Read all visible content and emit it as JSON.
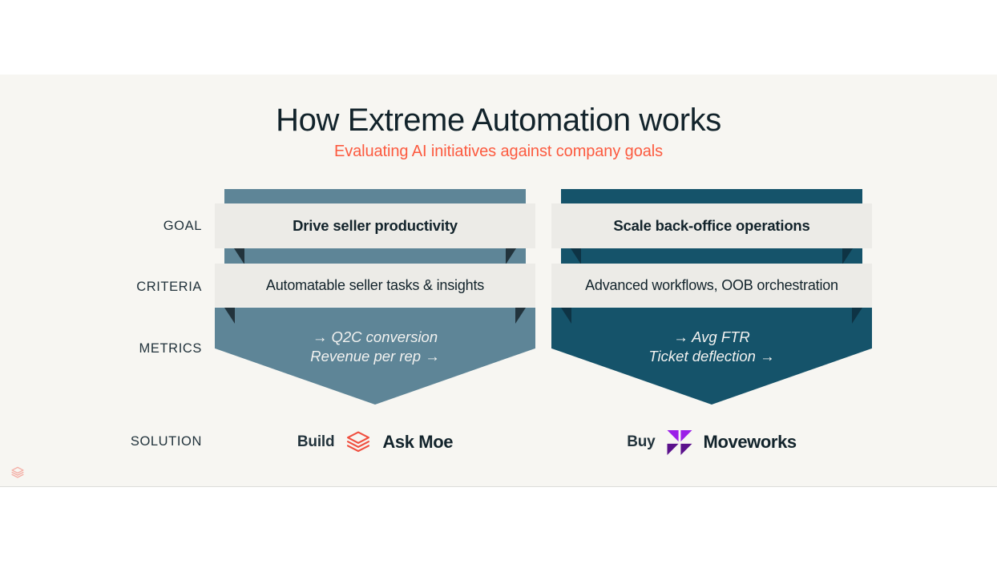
{
  "slide": {
    "title": "How Extreme Automation works",
    "subtitle": "Evaluating AI initiatives against company goals",
    "background_color": "#F7F6F2",
    "title_color": "#12232B",
    "subtitle_color": "#FC5A3F"
  },
  "row_labels": {
    "goal": "GOAL",
    "criteria": "CRITERIA",
    "metrics": "METRICS",
    "solution": "SOLUTION"
  },
  "columns": [
    {
      "id": "left",
      "funnel_color": "#5E8597",
      "notch_color": "#22333C",
      "goal": "Drive seller productivity",
      "criteria": "Automatable seller tasks & insights",
      "metrics": "→ Q2C conversion\nRevenue per rep →",
      "solution": {
        "verb": "Build",
        "product": "Ask Moe",
        "logo_name": "ask-moe-logo",
        "logo_color": "#F04E3E"
      }
    },
    {
      "id": "right",
      "funnel_color": "#15536A",
      "notch_color": "#0E3344",
      "goal": "Scale back-office operations",
      "criteria": "Advanced workflows, OOB orchestration",
      "metrics": "→ Avg FTR\nTicket deflection →",
      "solution": {
        "verb": "Buy",
        "product": "Moveworks",
        "logo_name": "moveworks-logo",
        "logo_color_light": "#9B1FE8",
        "logo_color_dark": "#5B118C"
      }
    }
  ],
  "watermark": {
    "name": "ask-moe-watermark",
    "color": "#F04E3E"
  }
}
